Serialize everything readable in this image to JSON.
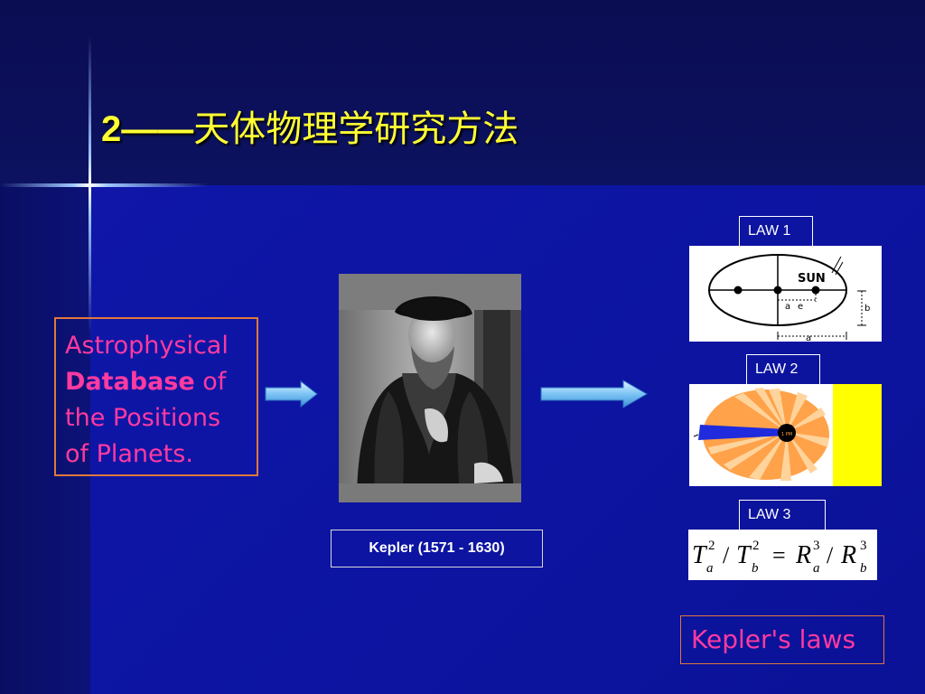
{
  "slide": {
    "title_number": "2——",
    "title_text": "天体物理学研究方法"
  },
  "database_box": {
    "line1": "Astrophysical",
    "bold_word": "Database",
    "after_bold": " of",
    "line3": "the Positions",
    "line4": "of Planets."
  },
  "portrait": {
    "caption": "Kepler (1571 - 1630)"
  },
  "laws": {
    "law1_label": "LAW 1",
    "law2_label": "LAW 2",
    "law3_label": "LAW 3",
    "law1_sun_label": "SUN",
    "law1_a_label": "a",
    "law1_e_label": "e",
    "law1_b_label": "b",
    "law1_axis_label": "a",
    "law2_center_label": "1 PM",
    "law3_formula": "T_a^2 / T_b^2 = R_a^3 / R_b^3"
  },
  "summary": {
    "label": "Kepler's laws"
  },
  "colors": {
    "title": "#ffff33",
    "accent_text": "#ff3aa0",
    "box_border": "#e0783c",
    "background": "#0f16a8"
  }
}
